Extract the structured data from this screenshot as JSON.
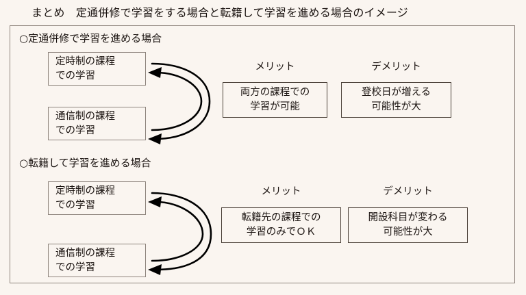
{
  "title": "まとめ　定通併修で学習をする場合と転籍して学習を進める場合のイメージ",
  "colors": {
    "background": "#faf5f0",
    "frame_border": "#8d837c",
    "box_border": "#4a4038",
    "text": "#1a1310",
    "arrow": "#000000"
  },
  "sections": [
    {
      "heading": "○定通併修で学習を進める場合",
      "course_boxes": [
        {
          "line1": "定時制の課程",
          "line2": "での学習"
        },
        {
          "line1": "通信制の課程",
          "line2": "での学習"
        }
      ],
      "outcomes": [
        {
          "label": "メリット",
          "line1": "両方の課程での",
          "line2": "学習が可能"
        },
        {
          "label": "デメリット",
          "line1": "登校日が増える",
          "line2": "可能性が大"
        }
      ]
    },
    {
      "heading": "○転籍して学習を進める場合",
      "course_boxes": [
        {
          "line1": "定時制の課程",
          "line2": "での学習"
        },
        {
          "line1": "通信制の課程",
          "line2": "での学習"
        }
      ],
      "outcomes": [
        {
          "label": "メリット",
          "line1": "転籍先の課程での",
          "line2": "学習のみでＯＫ"
        },
        {
          "label": "デメリット",
          "line1": "開設科目が変わる",
          "line2": "可能性が大"
        }
      ]
    }
  ]
}
